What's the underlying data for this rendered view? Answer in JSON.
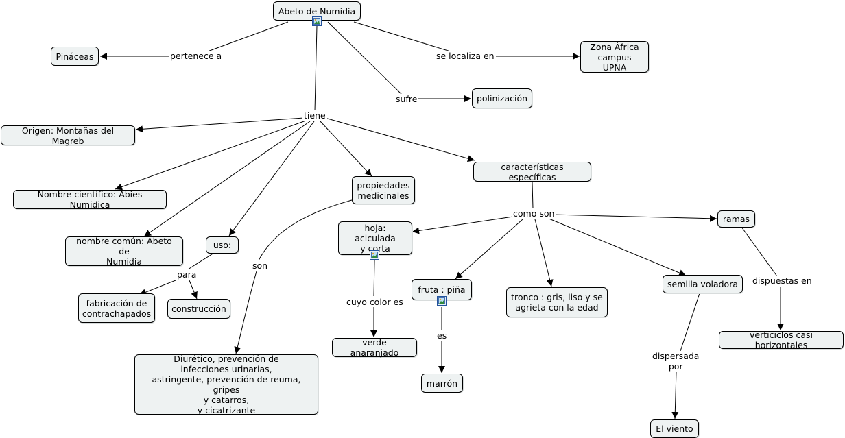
{
  "nodes": {
    "abeto": "Abeto de Numidia",
    "pinaceas": "Pináceas",
    "zona": "Zona África\ncampus UPNA",
    "polinizacion": "polinización",
    "origen": "Origen: Montañas del Magreb",
    "nombre_cientifico": "Nombre científico: Abies Numidica",
    "nombre_comun": "nombre común: Abeto de\nNumidia",
    "uso": "uso:",
    "fabricacion": "fabricación de\ncontrachapados",
    "construccion": "construcción",
    "propiedades": "propiedades\nmedicinales",
    "diuretico": "Diurético, prevención de\ninfecciones urinarias,\nastringente, prevención de reuma, gripes\ny catarros,\ny cicatrizante",
    "caracteristicas": "características específicas",
    "hoja": "hoja: aciculada\ny corta",
    "verde": "verde anaranjado",
    "fruta": "fruta : piña",
    "marron": "marrón",
    "tronco": "tronco : gris, liso y se\nagrieta con la edad",
    "semilla": "semilla voladora",
    "viento": "El viento",
    "ramas": "ramas",
    "verticiclos": "verticiclos casi horizontales"
  },
  "labels": {
    "pertenece": "pertenece a",
    "localiza": "se localiza en",
    "sufre": "sufre",
    "tiene": "tiene",
    "para": "para",
    "son": "son",
    "como_son": "como son",
    "color": "cuyo color es",
    "es": "es",
    "dispersada": "dispersada\npor",
    "dispuestas": "dispuestas en"
  },
  "icons": [
    "image-icon"
  ]
}
